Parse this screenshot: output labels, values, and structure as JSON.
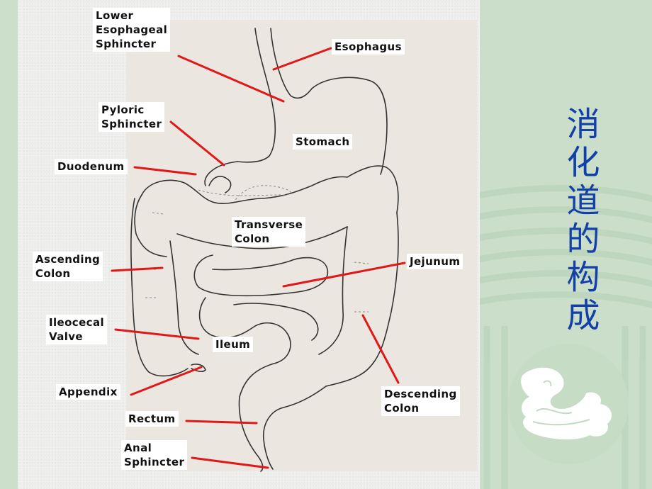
{
  "slide": {
    "title": "消化道的构成",
    "title_chars": [
      "消",
      "化",
      "道",
      "的",
      "构",
      "成"
    ],
    "title_color": "#1240a8",
    "background_color": "#cddfcb",
    "panel_color": "#f0f0ee"
  },
  "diagram": {
    "leader_line_color": "#e01818",
    "labels": {
      "lower_esophageal_sphincter": "Lower\nEsophageal\nSphincter",
      "esophagus": "Esophagus",
      "pyloric_sphincter": "Pyloric\nSphincter",
      "stomach": "Stomach",
      "duodenum": "Duodenum",
      "transverse_colon": "Transverse\nColon",
      "ascending_colon": "Ascending\nColon",
      "jejunum": "Jejunum",
      "ileocecal_valve": "Ileocecal\nValve",
      "ileum": "Ileum",
      "appendix": "Appendix",
      "descending_colon": "Descending\nColon",
      "rectum": "Rectum",
      "anal_sphincter": "Anal\nSphincter"
    }
  },
  "decoration": {
    "motif": "jade-dragon-icon"
  }
}
